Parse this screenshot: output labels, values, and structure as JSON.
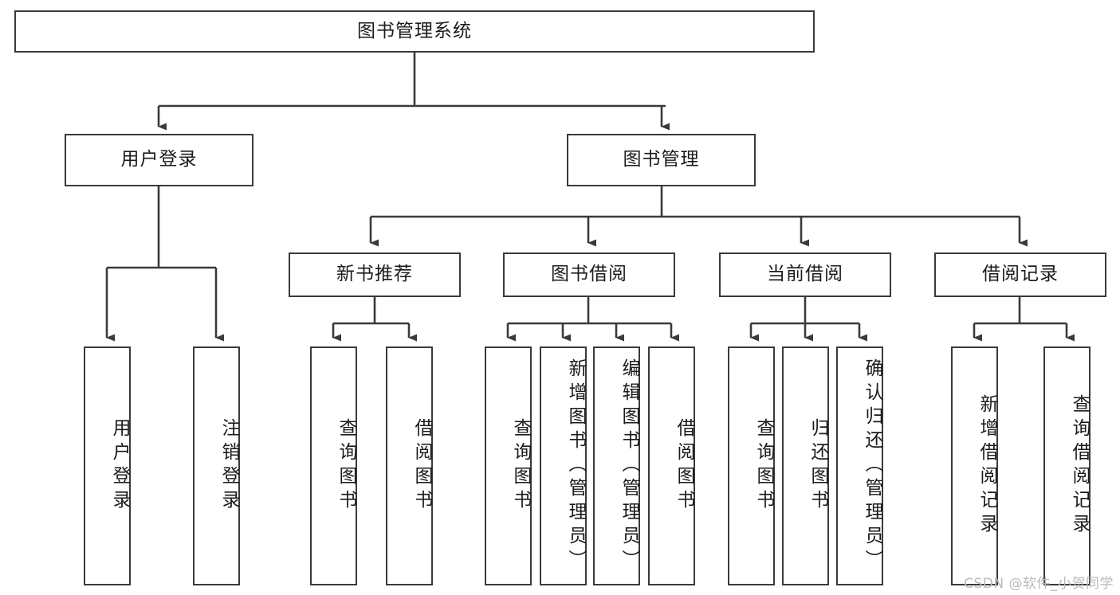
{
  "diagram": {
    "title": "图书管理系统",
    "type": "tree-hierarchy",
    "stroke_color": "#3a3a3a",
    "fill_color": "#ffffff",
    "text_color": "#1b1b1b",
    "watermark": "CSDN @软件_小贺同学",
    "nodes": {
      "root": "图书管理系统",
      "level2": {
        "user_login": "用户登录",
        "book_manage": "图书管理"
      },
      "level3": {
        "new_book_rec": "新书推荐",
        "book_borrow": "图书借阅",
        "current_borrow": "当前借阅",
        "borrow_record": "借阅记录"
      },
      "leaves": {
        "user_login_1": "用户登录",
        "user_login_2": "注销登录",
        "new_book_rec_1": "查询图书",
        "new_book_rec_2": "借阅图书",
        "book_borrow_1": "查询图书",
        "book_borrow_2": "新增图书（管理员）",
        "book_borrow_3": "编辑图书（管理员）",
        "book_borrow_4": "借阅图书",
        "current_borrow_1": "查询图书",
        "current_borrow_2": "归还图书",
        "current_borrow_3": "确认归还（管理员）",
        "borrow_record_1": "新增借阅记录",
        "borrow_record_2": "查询借阅记录"
      }
    }
  }
}
